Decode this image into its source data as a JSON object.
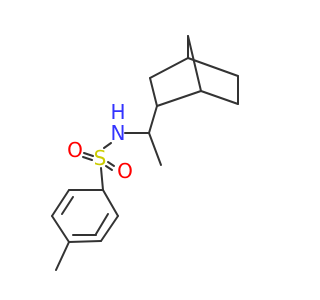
{
  "atoms": {
    "nitrogen": {
      "symbol": "N",
      "subscript": "H",
      "color": "#3333ff"
    },
    "sulfur": {
      "symbol": "S",
      "color": "#cccc00"
    },
    "oxygen_left": {
      "symbol": "O",
      "color": "#ff0000"
    },
    "oxygen_right": {
      "symbol": "O",
      "color": "#ff0000"
    }
  },
  "bond_color": "#333333",
  "background_color": "#ffffff"
}
